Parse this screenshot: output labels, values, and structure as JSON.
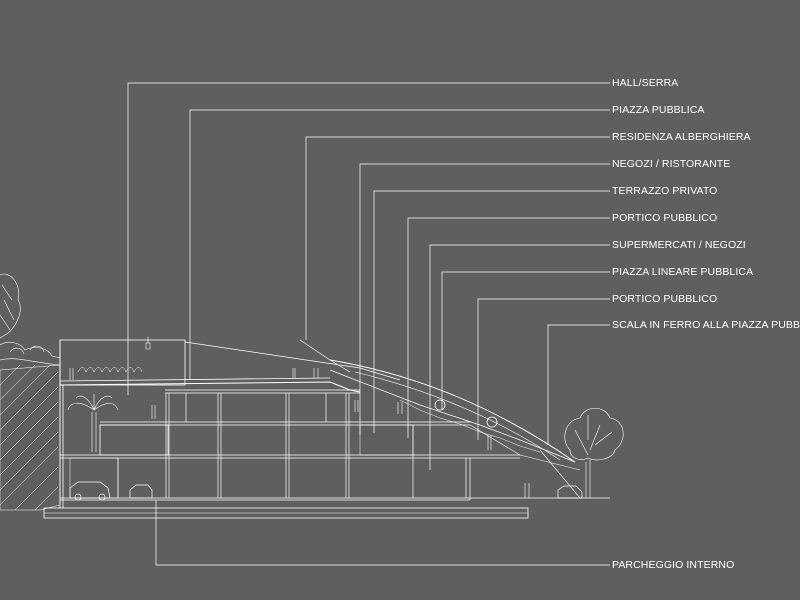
{
  "labels": [
    "HALL/SERRA",
    "PIAZZA PUBBLICA",
    "RESIDENZA ALBERGHIERA",
    "NEGOZI / RISTORANTE",
    "TERRAZZO PRIVATO",
    "PORTICO PUBBLICO",
    "SUPERMERCATI / NEGOZI",
    "PIAZZA LINEARE PUBBLICA",
    "PORTICO PUBBLICO",
    "SCALA IN FERRO ALLA PIAZZA PUBBLICA"
  ],
  "bottom_label": "PARCHEGGIO INTERNO",
  "colors": {
    "background": "#5f5f5d",
    "line": "#ffffff"
  }
}
